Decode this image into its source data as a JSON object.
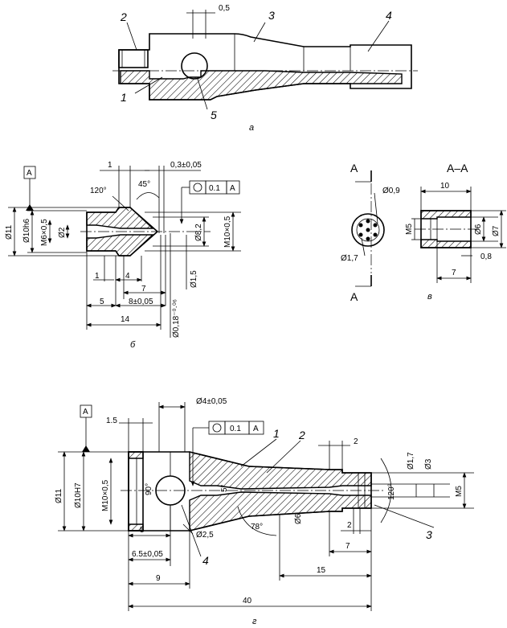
{
  "fig_a": {
    "caption": "а",
    "callouts": [
      "1",
      "2",
      "3",
      "4",
      "5"
    ],
    "dim_gap": "0,5"
  },
  "fig_b": {
    "caption": "б",
    "datum": "A",
    "tolerance": {
      "value": "0.1",
      "ref": "A"
    },
    "dims": [
      "Ø11",
      "Ø10h6",
      "M6×0,5",
      "Ø2",
      "120°",
      "45°",
      "1",
      "0,3±0,05",
      "Ø8,2",
      "M10×0,5",
      "1",
      "4",
      "7",
      "5",
      "8±0,05",
      "14",
      "Ø1,5",
      "Ø0,18⁻⁰·⁰⁶"
    ]
  },
  "fig_v": {
    "caption": "в",
    "section_label": "A",
    "section_title": "A–A",
    "dims": [
      "Ø0,9",
      "M5",
      "Ø1,7",
      "10",
      "Ø6",
      "Ø7",
      "0,8",
      "7"
    ]
  },
  "fig_g": {
    "caption": "г",
    "datum": "A",
    "tolerance": {
      "value": "0.1",
      "ref": "A"
    },
    "callouts": [
      "1",
      "2",
      "3",
      "4"
    ],
    "dims": [
      "1.5",
      "Ø4±0,05",
      "2",
      "Ø11",
      "Ø10H7",
      "M10×0,5",
      "90°",
      "5°",
      "Ø2,5",
      "78°",
      "Ø6",
      "Ø1,7",
      "Ø3",
      "M5",
      "120°",
      "2",
      "7",
      "5",
      "6.5±0,05",
      "9",
      "15",
      "40"
    ]
  }
}
